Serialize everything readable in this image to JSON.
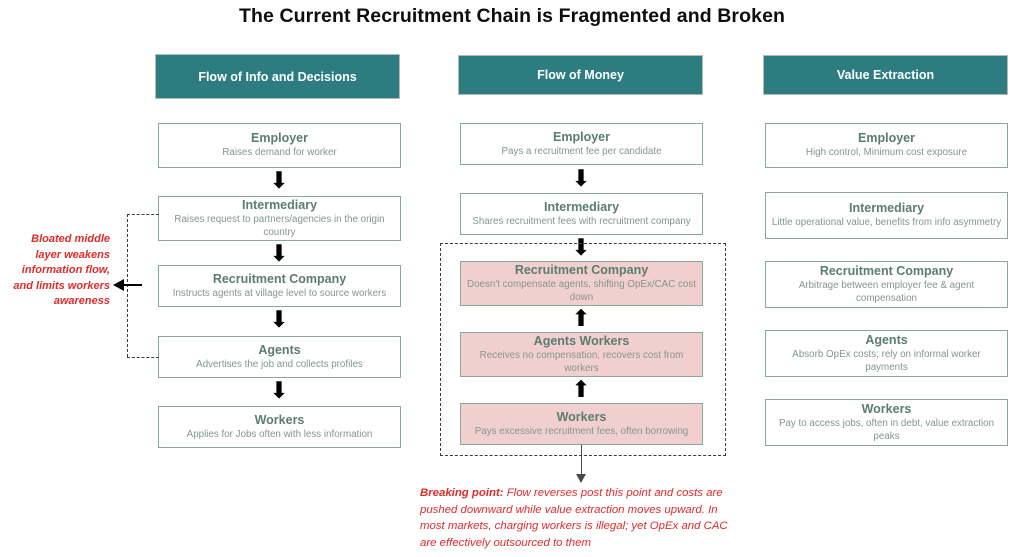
{
  "title": "The Current Recruitment Chain is Fragmented and Broken",
  "colors": {
    "header_teal": "#2d7d80",
    "box_border": "#8aa79b",
    "box_title_text": "#5a7d70",
    "box_sub_text": "#84968e",
    "highlight_pink": "#f2cfcf",
    "annotation_red": "#e02b2b",
    "arrow_black": "#000000"
  },
  "columns": [
    {
      "header": "Flow of Info and Decisions",
      "nodes": [
        {
          "title": "Employer",
          "subtitle": "Raises demand for worker",
          "highlight": false
        },
        {
          "title": "Intermediary",
          "subtitle": "Raises request to partners/agencies in the origin country",
          "highlight": false
        },
        {
          "title": "Recruitment Company",
          "subtitle": "Instructs agents at village level to source workers",
          "highlight": false
        },
        {
          "title": "Agents",
          "subtitle": "Advertises the job and collects profiles",
          "highlight": false
        },
        {
          "title": "Workers",
          "subtitle": "Applies for Jobs often with less information",
          "highlight": false
        }
      ],
      "arrows": [
        "down",
        "down",
        "down",
        "down"
      ]
    },
    {
      "header": "Flow of Money",
      "nodes": [
        {
          "title": "Employer",
          "subtitle": "Pays a recruitment fee per candidate",
          "highlight": false
        },
        {
          "title": "Intermediary",
          "subtitle": "Shares recruitment fees with recruitment company",
          "highlight": false
        },
        {
          "title": "Recruitment Company",
          "subtitle": "Doesn't compensate agents, shifting OpEx/CAC cost down",
          "highlight": true
        },
        {
          "title": "Agents Workers",
          "subtitle": "Receives no compensation, recovers cost from workers",
          "highlight": true
        },
        {
          "title": "Workers",
          "subtitle": "Pays excessive recruitment fees, often borrowing",
          "highlight": true
        }
      ],
      "arrows": [
        "down",
        "down",
        "up",
        "up"
      ]
    },
    {
      "header": "Value Extraction",
      "nodes": [
        {
          "title": "Employer",
          "subtitle": "High control, Minimum cost exposure",
          "highlight": false
        },
        {
          "title": "Intermediary",
          "subtitle": "Little operational value, benefits from info asymmetry",
          "highlight": false
        },
        {
          "title": "Recruitment Company",
          "subtitle": "Arbitrage between employer fee & agent compensation",
          "highlight": false
        },
        {
          "title": "Agents",
          "subtitle": "Absorb OpEx costs; rely on informal worker payments",
          "highlight": false
        },
        {
          "title": "Workers",
          "subtitle": "Pay to access jobs, often in debt,  value extraction peaks",
          "highlight": false
        }
      ],
      "arrows": []
    }
  ],
  "annotations": {
    "left_note": "Bloated middle layer weakens information flow, and limits workers awareness",
    "bottom_note_lead": "Breaking point:",
    "bottom_note_rest": " Flow reverses post this point and costs are pushed downward while value extraction moves upward. In most markets, charging workers is illegal; yet OpEx and CAC are effectively outsourced to them"
  }
}
